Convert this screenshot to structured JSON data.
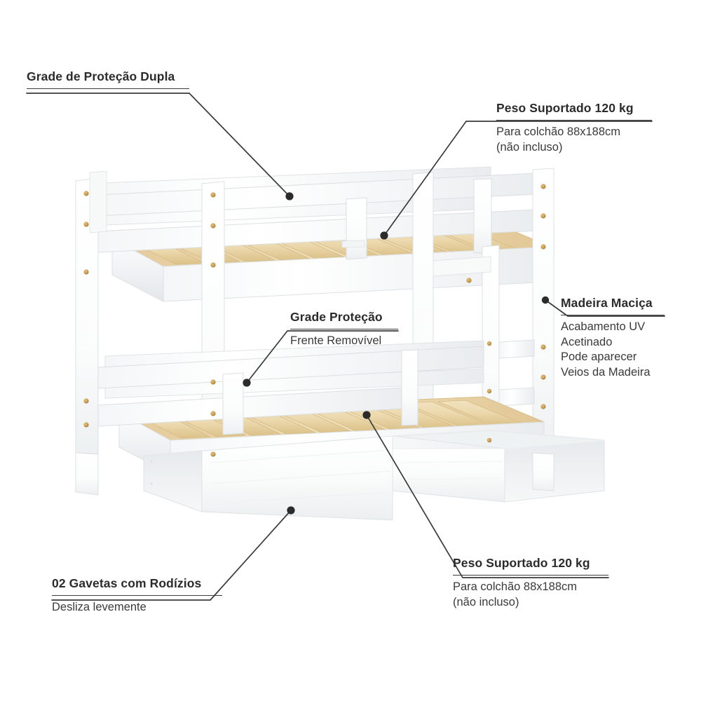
{
  "product": {
    "type": "bunk-bed",
    "description": "Beliche de madeira maciça branca com 02 gavetas e escada lateral",
    "colors": {
      "frame": "#ffffff",
      "frame_shade": "#eef0f1",
      "frame_shade_dark": "#dfe3e5",
      "slat": "#ecd9ae",
      "slat_dark": "#ddc48d",
      "dowel": "#c9a05a",
      "outline": "#d6dadd",
      "leader_line": "#3a3a3a",
      "text": "#2b2b2b",
      "subtext": "#3a3a3a",
      "background": "#ffffff"
    }
  },
  "callouts": [
    {
      "id": "grade-dupla",
      "title": "Grade de Proteção Dupla",
      "sub": [],
      "anchor": "upper-bunk-guard-rail"
    },
    {
      "id": "peso-top",
      "title": "Peso Suportado 120 kg",
      "sub": [
        "Para colchão 88x188cm",
        "(não incluso)"
      ],
      "anchor": "upper-bunk-slats"
    },
    {
      "id": "madeira",
      "title": "Madeira Maciça",
      "sub": [
        "Acabamento UV",
        "Acetinado",
        "Pode aparecer",
        "Veios da Madeira"
      ],
      "anchor": "right-post"
    },
    {
      "id": "grade-protecao",
      "title": "Grade Proteção",
      "sub": [
        "Frente Removível"
      ],
      "anchor": "lower-bunk-guard-rail"
    },
    {
      "id": "gavetas",
      "title": "02 Gavetas com Rodízios",
      "sub": [
        "Desliza levemente"
      ],
      "anchor": "left-drawer-front"
    },
    {
      "id": "peso-bot",
      "title": "Peso Suportado 120 kg",
      "sub": [
        "Para colchão 88x188cm",
        "(não incluso)"
      ],
      "anchor": "lower-bunk-slats"
    }
  ]
}
